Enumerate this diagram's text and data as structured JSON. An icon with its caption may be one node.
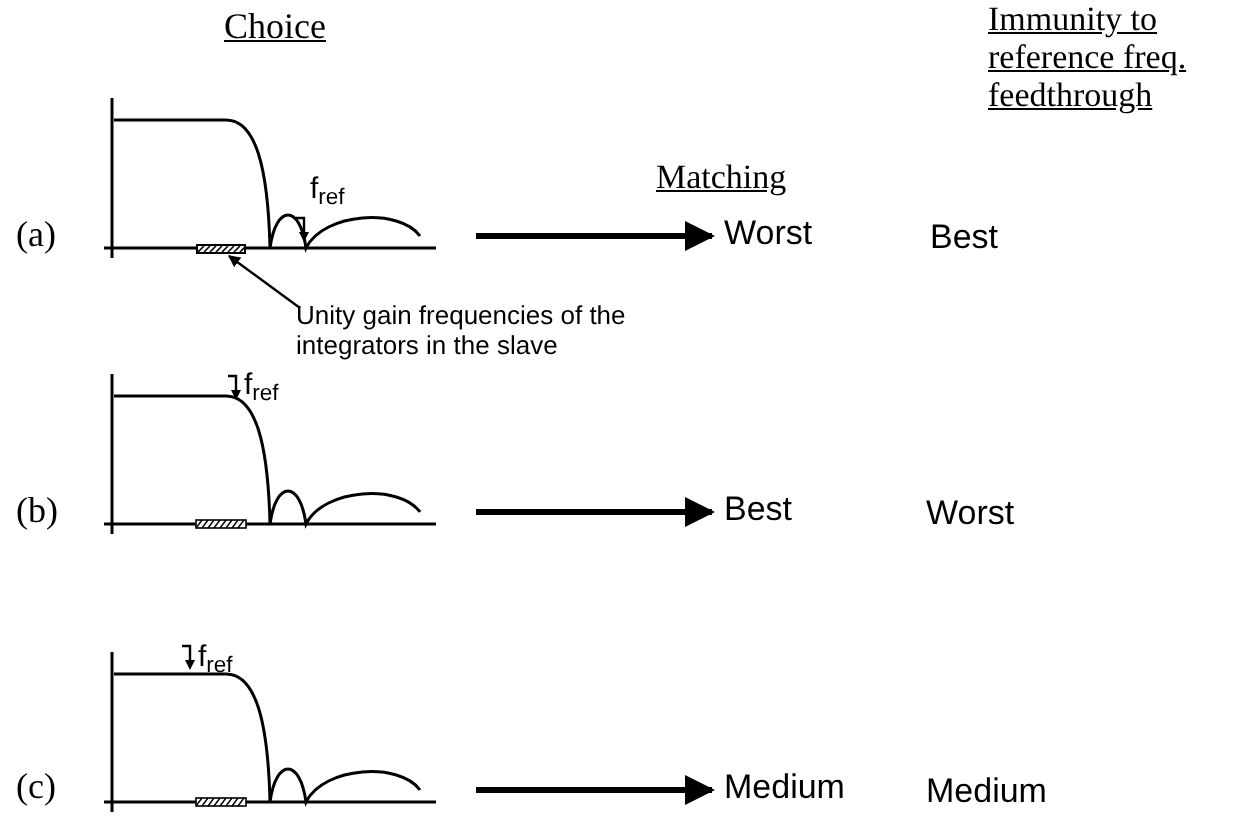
{
  "diagram": {
    "nodes": [
      {
        "text": [],
        "shape": "picture"
      },
      {
        "text": [],
        "shape": "bar",
        "in": 0
      },
      {
        "text": [
          "Worst"
        ]
      },
      {
        "text": [
          "Unity gain frequencies of the integrators in the slave"
        ]
      },
      {
        "text": [],
        "shape": "picture"
      },
      {
        "text": [
          "Best"
        ]
      },
      {
        "text": [],
        "shape": "picture"
      },
      {
        "text": [
          "Medium"
        ]
      }
    ],
    "edges": [
      {
        "from": 0,
        "to": 2,
        "arrow": "to"
      },
      {
        "from": 3,
        "to": 1,
        "arrow": "to"
      },
      {
        "from": 4,
        "to": 5,
        "arrow": "to"
      },
      {
        "from": 6,
        "to": 7,
        "arrow": "to"
      }
    ],
    "labels": [
      "Choice",
      "Matching",
      "Immunity to reference freq. feedthrough",
      "(a)",
      "f$_{ref}$",
      "Best",
      "(b)",
      "f$_{ref}$",
      "Worst",
      "(c)",
      "f$_{ref}$",
      "Medium"
    ]
  }
}
